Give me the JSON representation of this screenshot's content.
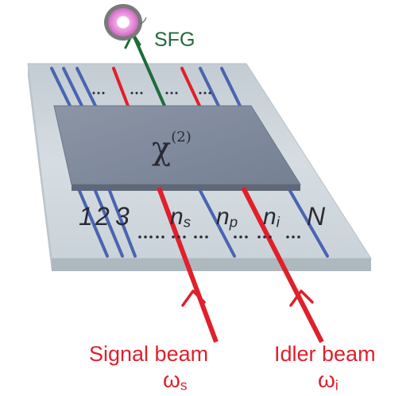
{
  "nonlinear_label": "χ",
  "nonlinear_order": "(2)",
  "output_label": "SFG",
  "waveguide_indices": {
    "one": "1",
    "two": "2",
    "three": "3",
    "ns_base": "n",
    "ns_sub": "s",
    "np_base": "n",
    "np_sub": "p",
    "ni_base": "n",
    "ni_sub": "i",
    "last": "N"
  },
  "dots": "…",
  "signal": {
    "label": "Signal beam",
    "freq_base": "ω",
    "freq_sub": "s"
  },
  "idler": {
    "label": "Idler beam",
    "freq_base": "ω",
    "freq_sub": "i"
  },
  "colors": {
    "beam_red": "#e0202a",
    "sfg_green": "#1f6b3a",
    "blue_waveguide": "#4a64b0",
    "substrate": "#c9d2d8",
    "crystal": "#7f8a9c",
    "detector_pink": "#e58bd8"
  }
}
